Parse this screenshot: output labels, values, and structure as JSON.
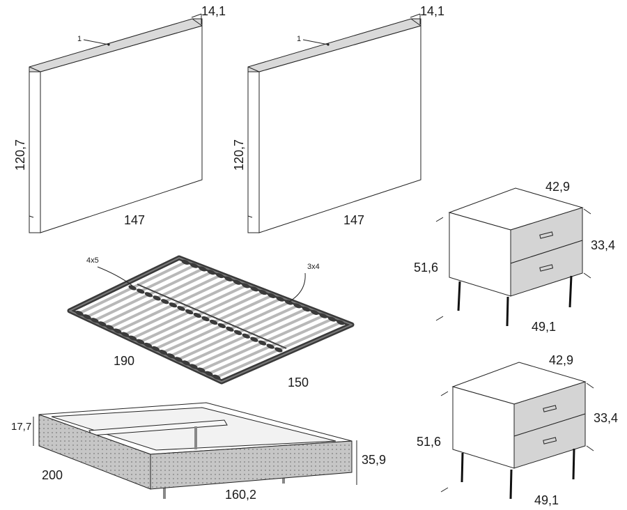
{
  "headboard_left": {
    "depth": "14,1",
    "height": "120,7",
    "width": "147",
    "part_label": "1"
  },
  "headboard_right": {
    "depth": "14,1",
    "height": "120,7",
    "width": "147",
    "part_label": "1"
  },
  "nightstand_top": {
    "depth": "42,9",
    "drawer_height": "33,4",
    "height": "51,6",
    "width": "49,1"
  },
  "nightstand_bottom": {
    "depth": "42,9",
    "drawer_height": "33,4",
    "height": "51,6",
    "width": "49,1"
  },
  "slat_base": {
    "label_left": "4x5",
    "label_right": "3x4",
    "length": "190",
    "width": "150"
  },
  "bed_frame": {
    "side_height": "17,7",
    "length": "200",
    "width": "160,2",
    "total_height": "35,9"
  },
  "colors": {
    "panel_top": "#d9d9d9",
    "drawer_front": "#d4d4d4",
    "fabric": "#c9c9c9",
    "frame": "#3a3a3a"
  }
}
